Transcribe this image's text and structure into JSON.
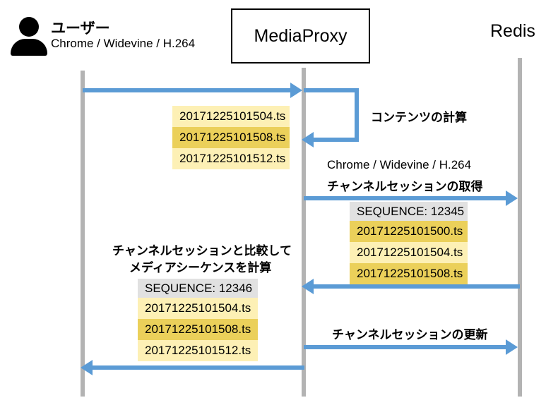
{
  "diagram": {
    "type": "sequence-diagram",
    "participants": [
      {
        "id": "user",
        "name": "ユーザー",
        "sub": "Chrome / Widevine / H.264",
        "icon": "person-icon"
      },
      {
        "id": "proxy",
        "name": "MediaProxy",
        "sub": ""
      },
      {
        "id": "redis",
        "name": "Redis",
        "sub": ""
      }
    ],
    "accent_color": "#5b9bd5",
    "lifeline_color": "#b3b3b3",
    "highlight_light": "#fdf0b5",
    "highlight_dark": "#ebd05a",
    "header_gray": "#e1e1e1"
  },
  "messages": {
    "m1_label": "",
    "m2_selfloop_label": "コンテンツの計算",
    "m3_label_line1": "Chrome / Widevine / H.264",
    "m3_label_line2": "チャンネルセッションの取得",
    "m4_compute_line1": "チャンネルセッションと比較して",
    "m4_compute_line2": "メディアシーケンスを計算",
    "m5_label": "チャンネルセッションの更新"
  },
  "blocks": {
    "proxy_playlist": {
      "header": null,
      "items": [
        {
          "name": "20171225101504.ts",
          "emphasis": "light"
        },
        {
          "name": "20171225101508.ts",
          "emphasis": "dark"
        },
        {
          "name": "20171225101512.ts",
          "emphasis": "light"
        }
      ]
    },
    "redis_session": {
      "header": "SEQUENCE: 12345",
      "items": [
        {
          "name": "20171225101500.ts",
          "emphasis": "dark"
        },
        {
          "name": "20171225101504.ts",
          "emphasis": "light"
        },
        {
          "name": "20171225101508.ts",
          "emphasis": "dark"
        }
      ]
    },
    "computed_session": {
      "header": "SEQUENCE: 12346",
      "items": [
        {
          "name": "20171225101504.ts",
          "emphasis": "light"
        },
        {
          "name": "20171225101508.ts",
          "emphasis": "dark"
        },
        {
          "name": "20171225101512.ts",
          "emphasis": "light"
        }
      ]
    }
  }
}
